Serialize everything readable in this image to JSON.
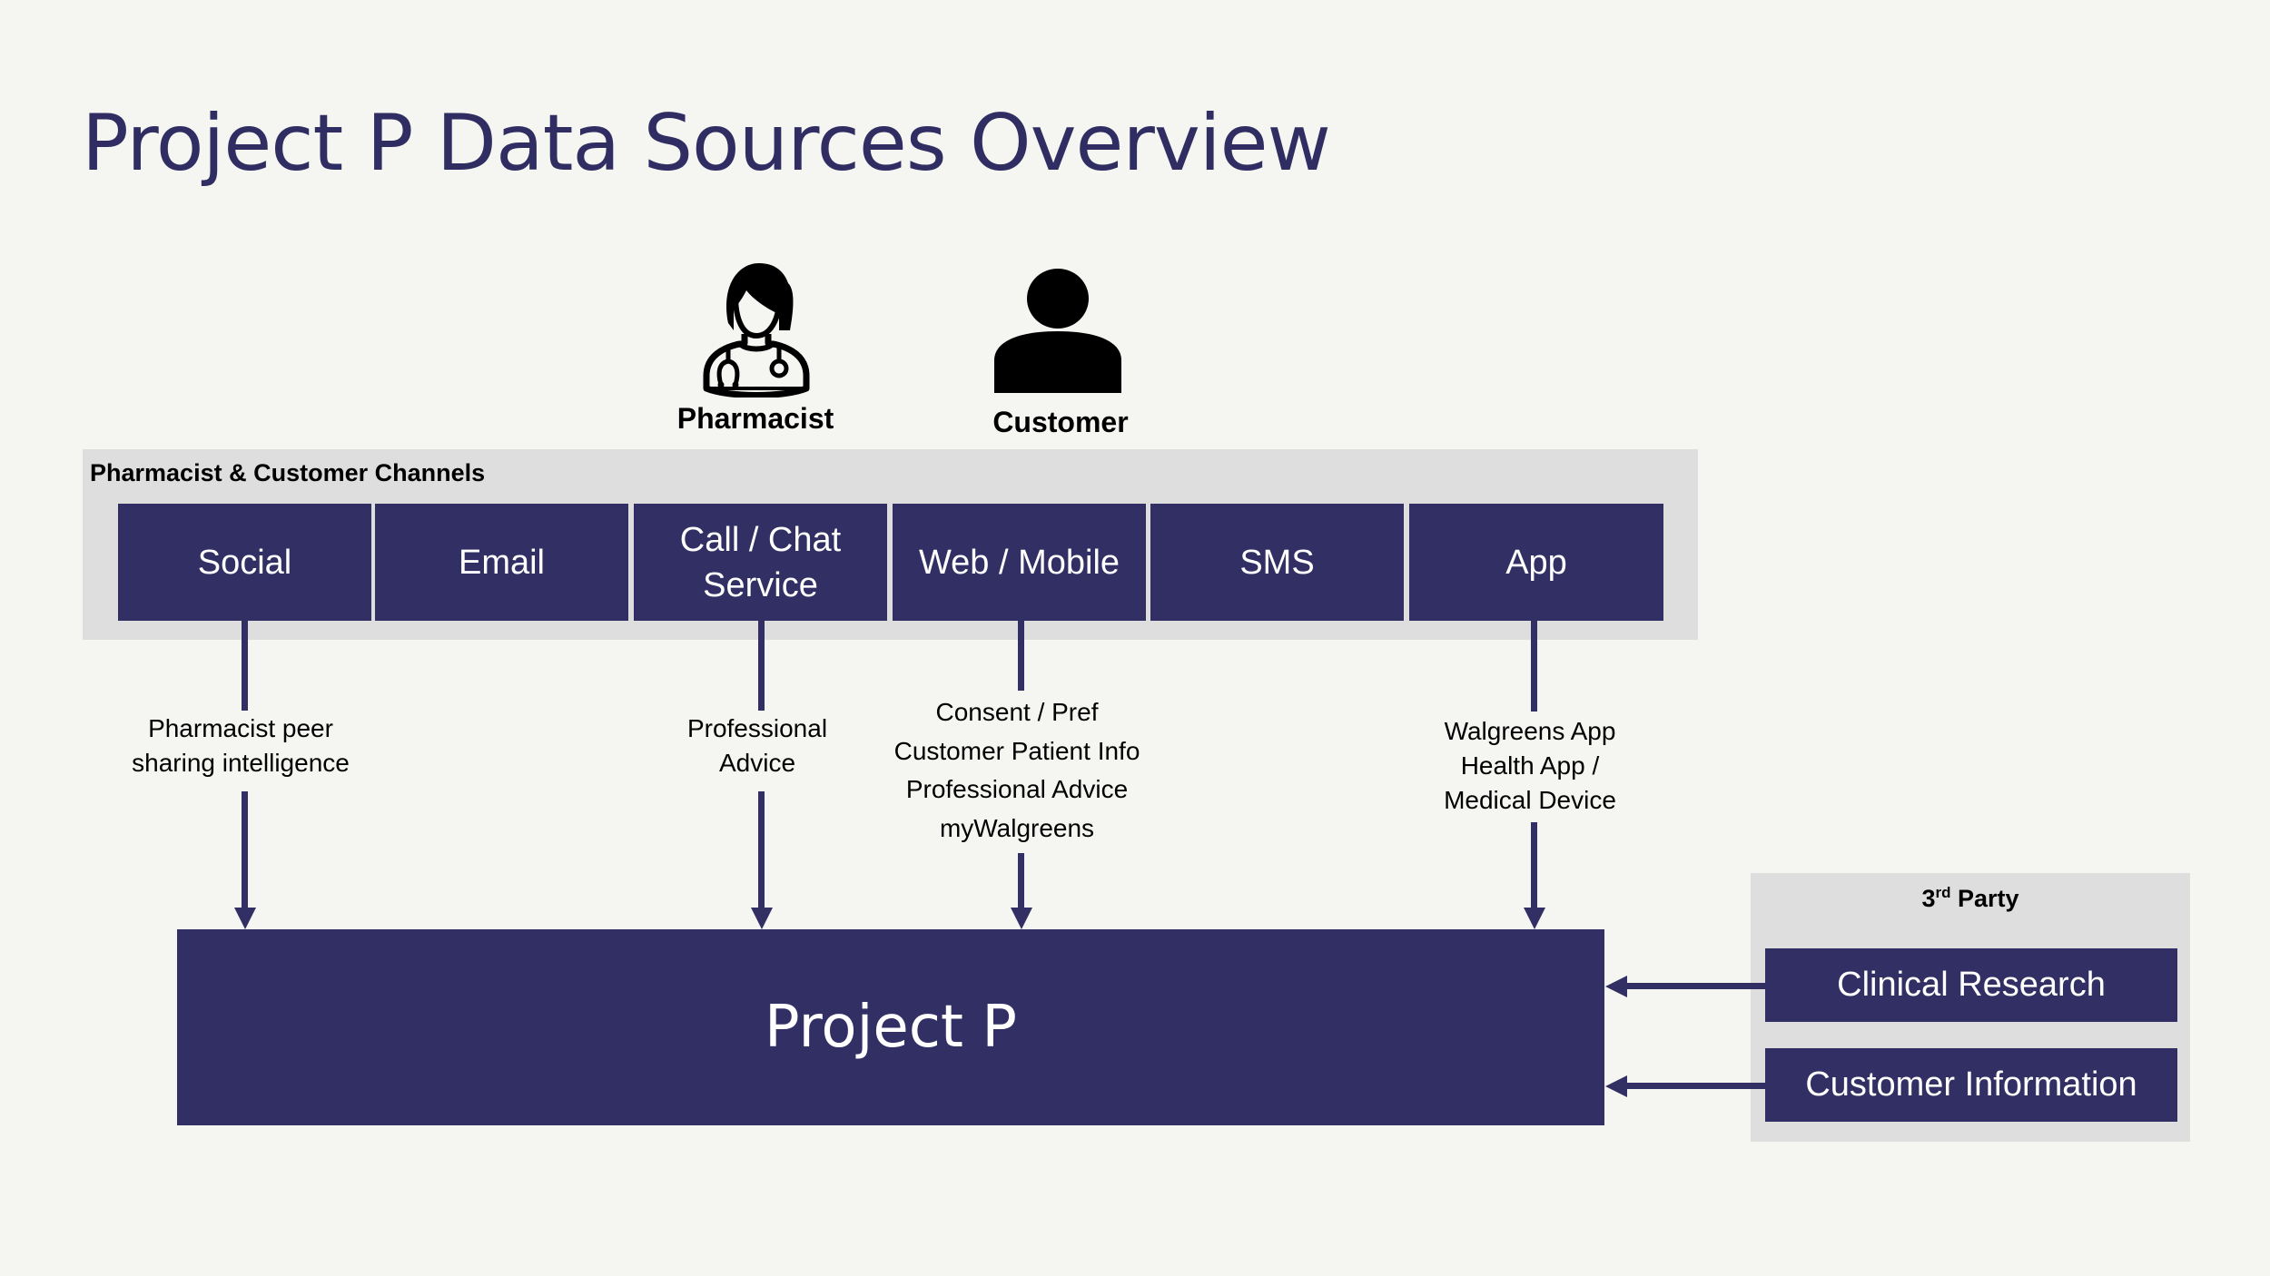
{
  "title": "Project P Data Sources Overview",
  "personas": [
    {
      "label": "Pharmacist",
      "icon": "pharmacist-icon"
    },
    {
      "label": "Customer",
      "icon": "customer-icon"
    }
  ],
  "channels_panel": {
    "label": "Pharmacist & Customer Channels",
    "channels": [
      {
        "label": "Social"
      },
      {
        "label": "Email"
      },
      {
        "label": "Call / Chat Service"
      },
      {
        "label": "Web / Mobile"
      },
      {
        "label": "SMS"
      },
      {
        "label": "App"
      }
    ]
  },
  "flows": [
    {
      "from": "Social",
      "lines": [
        "Pharmacist peer",
        "sharing intelligence"
      ]
    },
    {
      "from": "Call / Chat Service",
      "lines": [
        "Professional",
        "Advice"
      ]
    },
    {
      "from": "Web / Mobile",
      "lines": [
        "Consent / Pref",
        "Customer Patient Info",
        "Professional Advice",
        "myWalgreens"
      ]
    },
    {
      "from": "App",
      "lines": [
        "Walgreens App",
        "Health App /",
        "Medical Device"
      ]
    }
  ],
  "central": {
    "label": "Project P"
  },
  "third_party": {
    "label_main": "3",
    "label_sup": "rd",
    "label_rest": " Party",
    "sources": [
      {
        "label": "Clinical Research"
      },
      {
        "label": "Customer Information"
      }
    ]
  },
  "colors": {
    "primary": "#312f63",
    "title": "#2f2d62",
    "panel": "#dedede",
    "background": "#f5f5f1"
  }
}
